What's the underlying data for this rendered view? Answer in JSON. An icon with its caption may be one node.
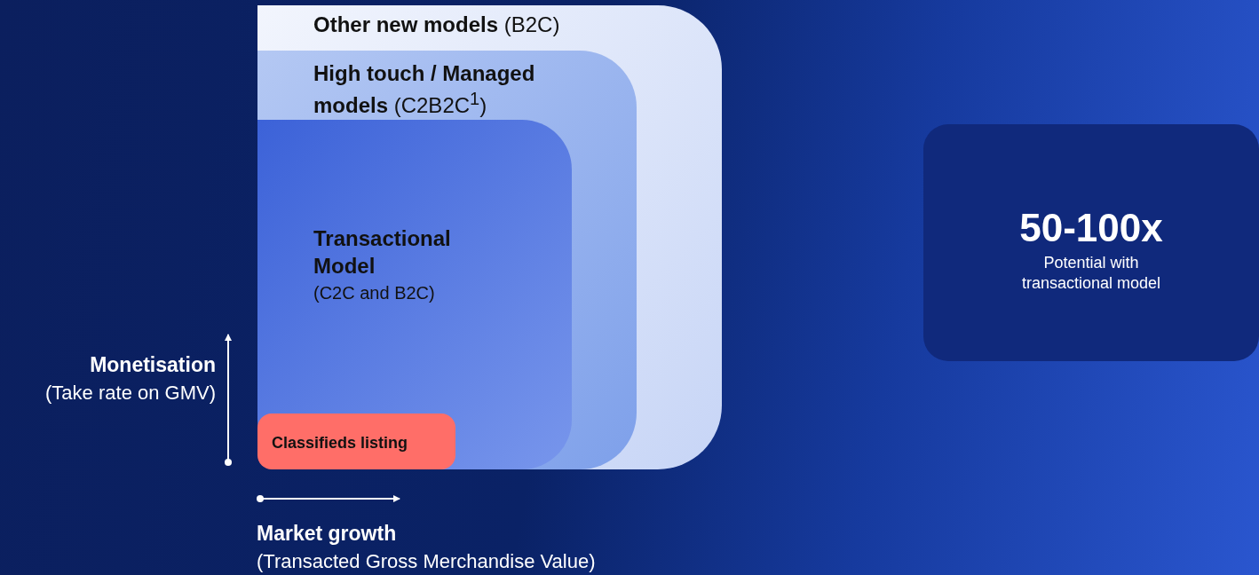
{
  "diagram": {
    "nodes": [
      {
        "text": [
          "**Other new models** (B2C)"
        ]
      },
      {
        "text": [
          "**High touch / Managed models** (C2B2C$^{1}$)"
        ],
        "in": 0
      },
      {
        "text": [
          "Transactional Model",
          "(C2C and B2C)"
        ],
        "in": 1
      },
      {
        "text": [
          "Classifieds listing"
        ],
        "in": 2
      },
      {
        "text": [
          "50-100x",
          "Potential with transactional model"
        ]
      }
    ],
    "edges": [],
    "labels": [
      "Monetisation",
      "(Take rate on GMV)",
      "Market growth",
      "(Transacted Gross Merchandise Value)"
    ]
  }
}
